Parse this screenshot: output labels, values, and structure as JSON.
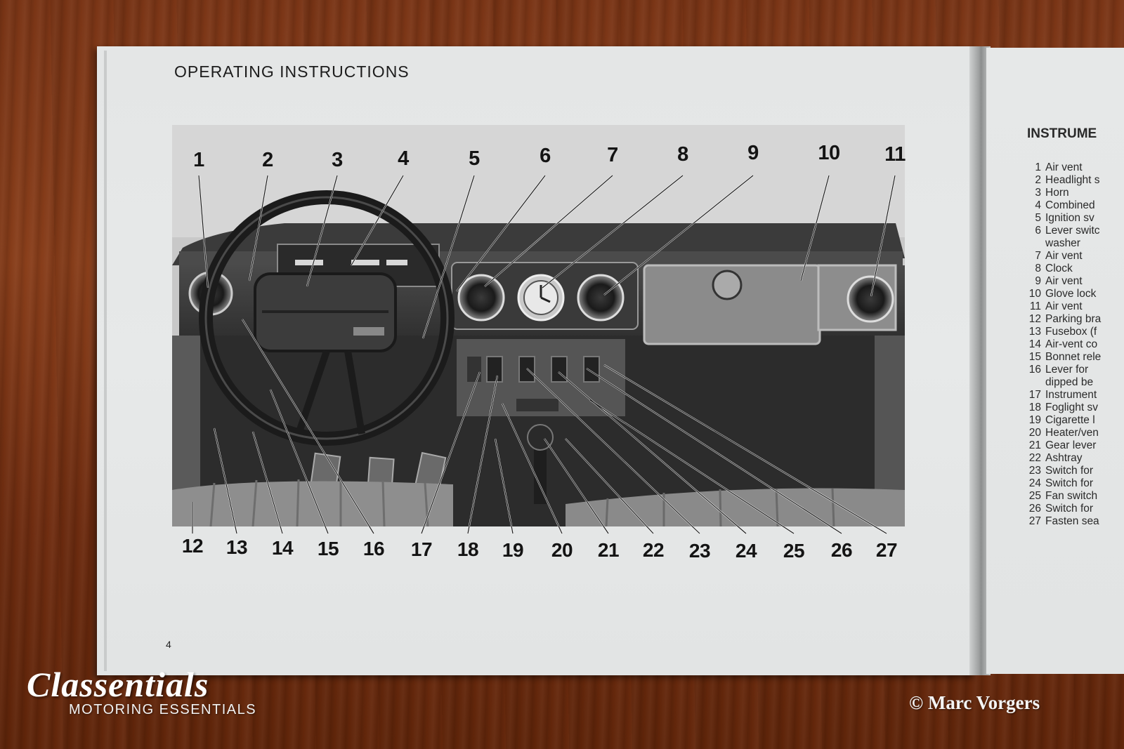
{
  "manual": {
    "title": "OPERATING INSTRUCTIONS",
    "page_number": "4",
    "callouts_top": [
      "1",
      "2",
      "3",
      "4",
      "5",
      "6",
      "7",
      "8",
      "9",
      "10",
      "11"
    ],
    "callouts_bottom": [
      "12",
      "13",
      "14",
      "15",
      "16",
      "17",
      "18",
      "19",
      "20",
      "21",
      "22",
      "23",
      "24",
      "25",
      "26",
      "27"
    ],
    "legend_title": "INSTRUME",
    "legend": [
      {
        "num": "1",
        "text": "Air vent"
      },
      {
        "num": "2",
        "text": "Headlight s"
      },
      {
        "num": "3",
        "text": "Horn"
      },
      {
        "num": "4",
        "text": "Combined"
      },
      {
        "num": "5",
        "text": "Ignition sv"
      },
      {
        "num": "6",
        "text": "Lever switc"
      },
      {
        "num": "",
        "text": "washer"
      },
      {
        "num": "7",
        "text": "Air vent"
      },
      {
        "num": "8",
        "text": "Clock"
      },
      {
        "num": "9",
        "text": "Air vent"
      },
      {
        "num": "10",
        "text": "Glove lock"
      },
      {
        "num": "11",
        "text": "Air vent"
      },
      {
        "num": "12",
        "text": "Parking bra"
      },
      {
        "num": "13",
        "text": "Fusebox (f"
      },
      {
        "num": "14",
        "text": "Air-vent co"
      },
      {
        "num": "15",
        "text": "Bonnet rele"
      },
      {
        "num": "16",
        "text": "Lever for"
      },
      {
        "num": "",
        "text": "dipped be"
      },
      {
        "num": "17",
        "text": "Instrument"
      },
      {
        "num": "18",
        "text": "Foglight sv"
      },
      {
        "num": "19",
        "text": "Cigarette l"
      },
      {
        "num": "20",
        "text": "Heater/ven"
      },
      {
        "num": "21",
        "text": "Gear lever"
      },
      {
        "num": "22",
        "text": "Ashtray"
      },
      {
        "num": "23",
        "text": "Switch for"
      },
      {
        "num": "24",
        "text": "Switch for"
      },
      {
        "num": "25",
        "text": "Fan switch"
      },
      {
        "num": "26",
        "text": "Switch for"
      },
      {
        "num": "27",
        "text": "Fasten sea"
      }
    ]
  },
  "watermark": {
    "brand": "Classentials",
    "tagline": "MOTORING ESSENTIALS",
    "copyright": "© Marc Vorgers"
  }
}
